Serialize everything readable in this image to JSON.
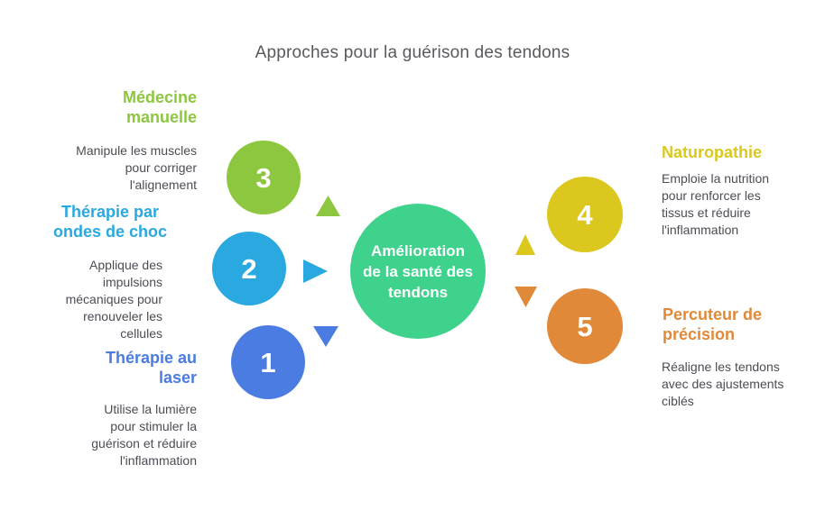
{
  "title": "Approches pour la guérison des tendons",
  "center": {
    "label": "Amélioration de la santé des tendons",
    "color": "#3ed28c"
  },
  "nodes": [
    {
      "number": "1",
      "heading": "Thérapie au laser",
      "description": "Utilise la lumière pour stimuler la guérison et réduire l'inflammation",
      "color": "#4a7ce1",
      "arrow": "down"
    },
    {
      "number": "2",
      "heading": "Thérapie par ondes de choc",
      "description": "Applique des impulsions mécaniques pour renouveler les cellules",
      "color": "#29a9df",
      "arrow": "right"
    },
    {
      "number": "3",
      "heading": "Médecine manuelle",
      "description": "Manipule les muscles pour corriger l'alignement",
      "color": "#8dc63f",
      "arrow": "up"
    },
    {
      "number": "4",
      "heading": "Naturopathie",
      "description": "Emploie la nutrition pour renforcer les tissus et réduire l'inflammation",
      "color": "#dcc71e",
      "arrow": "up"
    },
    {
      "number": "5",
      "heading": "Percuteur de précision",
      "description": "Réaligne les tendons avec des ajustements ciblés",
      "color": "#e08938",
      "arrow": "down"
    }
  ]
}
